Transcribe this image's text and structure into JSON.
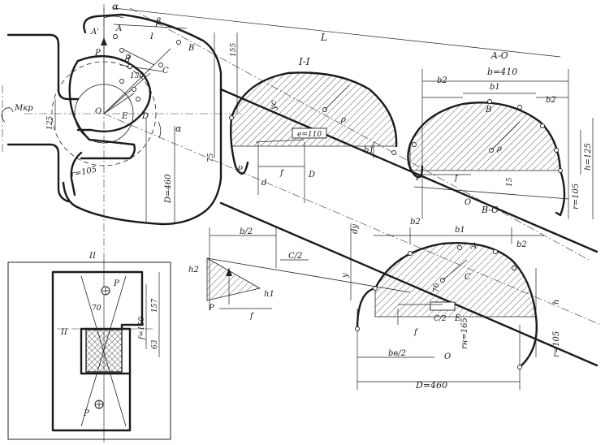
{
  "labels": {
    "alpha_top": "α",
    "a_prime": "A'",
    "a_point": "A",
    "beta": "β",
    "roman_one": "I",
    "b_point": "B",
    "l_dim": "L",
    "p_top": "P",
    "d_small": "d",
    "c_point": "C",
    "dim_130": "130",
    "m_kr": "Mкр",
    "o_point": "O",
    "e_point": "E",
    "d_point": "D",
    "dim_125": "125",
    "alpha_mid": "α",
    "r105_left": "r=105",
    "d460_vert": "D=460",
    "dim_75": "75",
    "dim_155": "155",
    "sec_1_title": "I-I",
    "y_c": "yc",
    "rho": "ρ",
    "e110": "e=110",
    "b1_sec1": "b1",
    "p_sec1": "P",
    "d_sec1": "d",
    "f_sec1": "f",
    "d_point_sec1": "D",
    "ao_title": "A-O",
    "b410": "b=410",
    "b2_left_ao": "b2",
    "b1_ao": "b1",
    "b2_right_ao": "b2",
    "b_point_ao": "B",
    "rho_ao": "ρ",
    "p_ao": "P",
    "f_ao": "f",
    "dim_15": "15",
    "h125": "h=125",
    "r105_ao": "r=105",
    "o_ao": "O",
    "bo_title": "B-O",
    "b2_left_bo": "b2",
    "b1_bo": "b1",
    "b2_right_bo": "b2",
    "a_bo": "A",
    "c_bo": "C",
    "dim_76": "76",
    "c2_bo": "C/2",
    "e_bo": "E",
    "f_bo": "f",
    "rh165": "rн=165",
    "h_bo": "h",
    "r105_bo": "r=105",
    "bb2": "bв/2",
    "o_bo": "O",
    "d460_bottom": "D=460",
    "dy": "dy",
    "y_bo": "y",
    "b_half": "b/2",
    "c_half": "C/2",
    "h2": "h2",
    "h1": "h1",
    "p_load": "P",
    "f_load": "f",
    "roman_two_top": "II",
    "roman_two_mid": "II",
    "p_plan_top": "P",
    "p_plan_bottom": "P",
    "dim_70": "70",
    "f150": "f=150",
    "dim_157": "157",
    "dim_63": "63"
  }
}
